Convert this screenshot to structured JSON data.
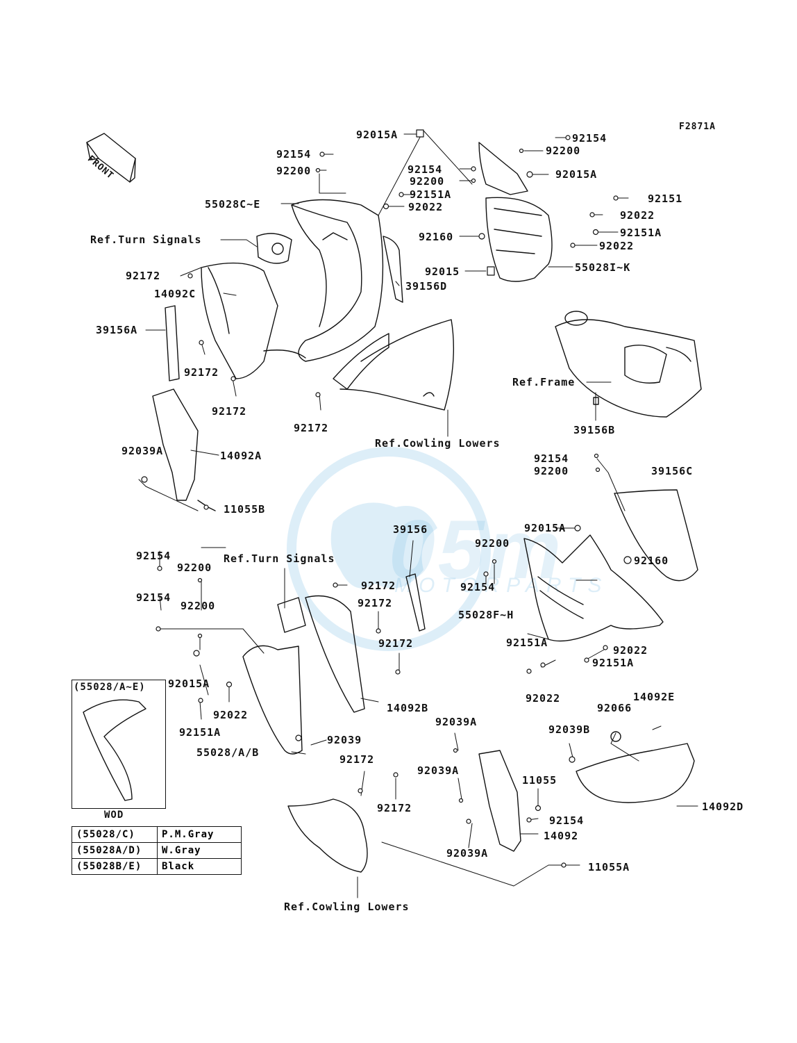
{
  "figure_code": "F2871A",
  "front_label": "FRONT",
  "watermark": {
    "logo_text": "05m",
    "sub_text": "MOTORPARTS",
    "color": "#4aa3dc"
  },
  "labels": {
    "l_92015A_top": "92015A",
    "l_92154_a": "92154",
    "l_92200_a": "92200",
    "l_55028CE": "55028C~E",
    "l_ref_turn_1": "Ref.Turn Signals",
    "l_92172_a": "92172",
    "l_14092C": "14092C",
    "l_39156A": "39156A",
    "l_92172_b": "92172",
    "l_92172_c": "92172",
    "l_92172_d": "92172",
    "l_92154_b": "92154",
    "l_92200_b": "92200",
    "l_92151A_a": "92151A",
    "l_92022_a": "92022",
    "l_39156D": "39156D",
    "l_92154_c": "92154",
    "l_92200_c": "92200",
    "l_92015A_b": "92015A",
    "l_92151": "92151",
    "l_92022_b": "92022",
    "l_92160_a": "92160",
    "l_92151A_b": "92151A",
    "l_92022_c": "92022",
    "l_92015": "92015",
    "l_55028IK": "55028I~K",
    "l_ref_frame": "Ref.Frame",
    "l_39156B": "39156B",
    "l_ref_cowl_1": "Ref.Cowling Lowers",
    "l_92039A_a": "92039A",
    "l_14092A": "14092A",
    "l_11055B": "11055B",
    "l_92154_d": "92154",
    "l_92200_d": "92200",
    "l_39156C": "39156C",
    "l_92015A_c": "92015A",
    "l_92200_e": "92200",
    "l_39156": "39156",
    "l_92160_b": "92160",
    "l_92154_e": "92154",
    "l_92200_f": "92200",
    "l_ref_turn_2": "Ref.Turn Signals",
    "l_92172_e": "92172",
    "l_92154_f": "92154",
    "l_92154_g": "92154",
    "l_92200_g": "92200",
    "l_92172_f": "92172",
    "l_92172_g": "92172",
    "l_55028FH": "55028F~H",
    "l_92151A_c": "92151A",
    "l_92022_d": "92022",
    "l_92151A_d": "92151A",
    "l_92022_e": "92022",
    "l_92015A_d": "92015A",
    "l_92022_f": "92022",
    "l_92151A_e": "92151A",
    "l_14092B": "14092B",
    "l_92039": "92039",
    "l_55028AB": "55028/A/B",
    "l_92039A_b": "92039A",
    "l_92066": "92066",
    "l_14092E": "14092E",
    "l_92039B": "92039B",
    "l_92172_h": "92172",
    "l_92172_i": "92172",
    "l_92039A_c": "92039A",
    "l_11055": "11055",
    "l_92154_h": "92154",
    "l_14092D": "14092D",
    "l_14092": "14092",
    "l_92039A_d": "92039A",
    "l_11055A": "11055A",
    "l_ref_cowl_2": "Ref.Cowling Lowers"
  },
  "inset": {
    "title": "(55028/A~E)",
    "caption": "WOD"
  },
  "legend": [
    {
      "code": "(55028/C)",
      "color": "P.M.Gray"
    },
    {
      "code": "(55028A/D)",
      "color": "W.Gray"
    },
    {
      "code": "(55028B/E)",
      "color": "Black"
    }
  ]
}
